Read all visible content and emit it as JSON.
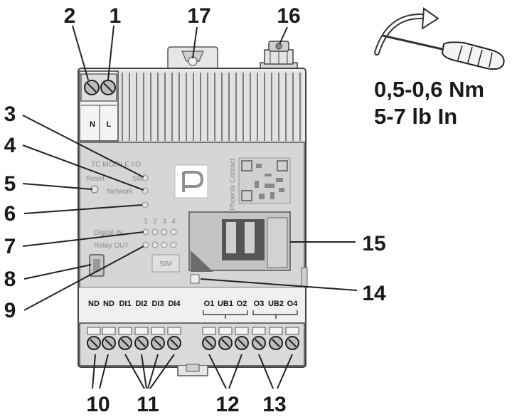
{
  "callouts": {
    "n1": "1",
    "n2": "2",
    "n3": "3",
    "n4": "4",
    "n5": "5",
    "n6": "6",
    "n7": "7",
    "n8": "8",
    "n9": "9",
    "n10": "10",
    "n11": "11",
    "n12": "12",
    "n13": "13",
    "n14": "14",
    "n15": "15",
    "n16": "16",
    "n17": "17"
  },
  "torque": {
    "metric": "0,5-0,6 Nm",
    "imperial": "5-7 lb In"
  },
  "power_terminals": {
    "n": "N",
    "l": "L"
  },
  "bottom_labels": {
    "nd1": "ND",
    "nd2": "ND",
    "di1": "DI1",
    "di2": "DI2",
    "di3": "DI3",
    "di4": "DI4",
    "o1": "O1",
    "ub1": "UB1",
    "o2": "O2",
    "o3": "O3",
    "ub2": "UB2",
    "o4": "O4"
  },
  "panel": {
    "title": "TC MOBILE I/O",
    "row_sim": "SIM",
    "row_reset": "Reset",
    "row_network": "Network",
    "row_digital_in": "Digital IN",
    "row_relay_out": "Relay OUT",
    "col_1": "1",
    "col_2": "2",
    "col_3": "3",
    "col_4": "4",
    "sim_slot": "SIM",
    "vertical_text": "Phoenix Contact"
  }
}
